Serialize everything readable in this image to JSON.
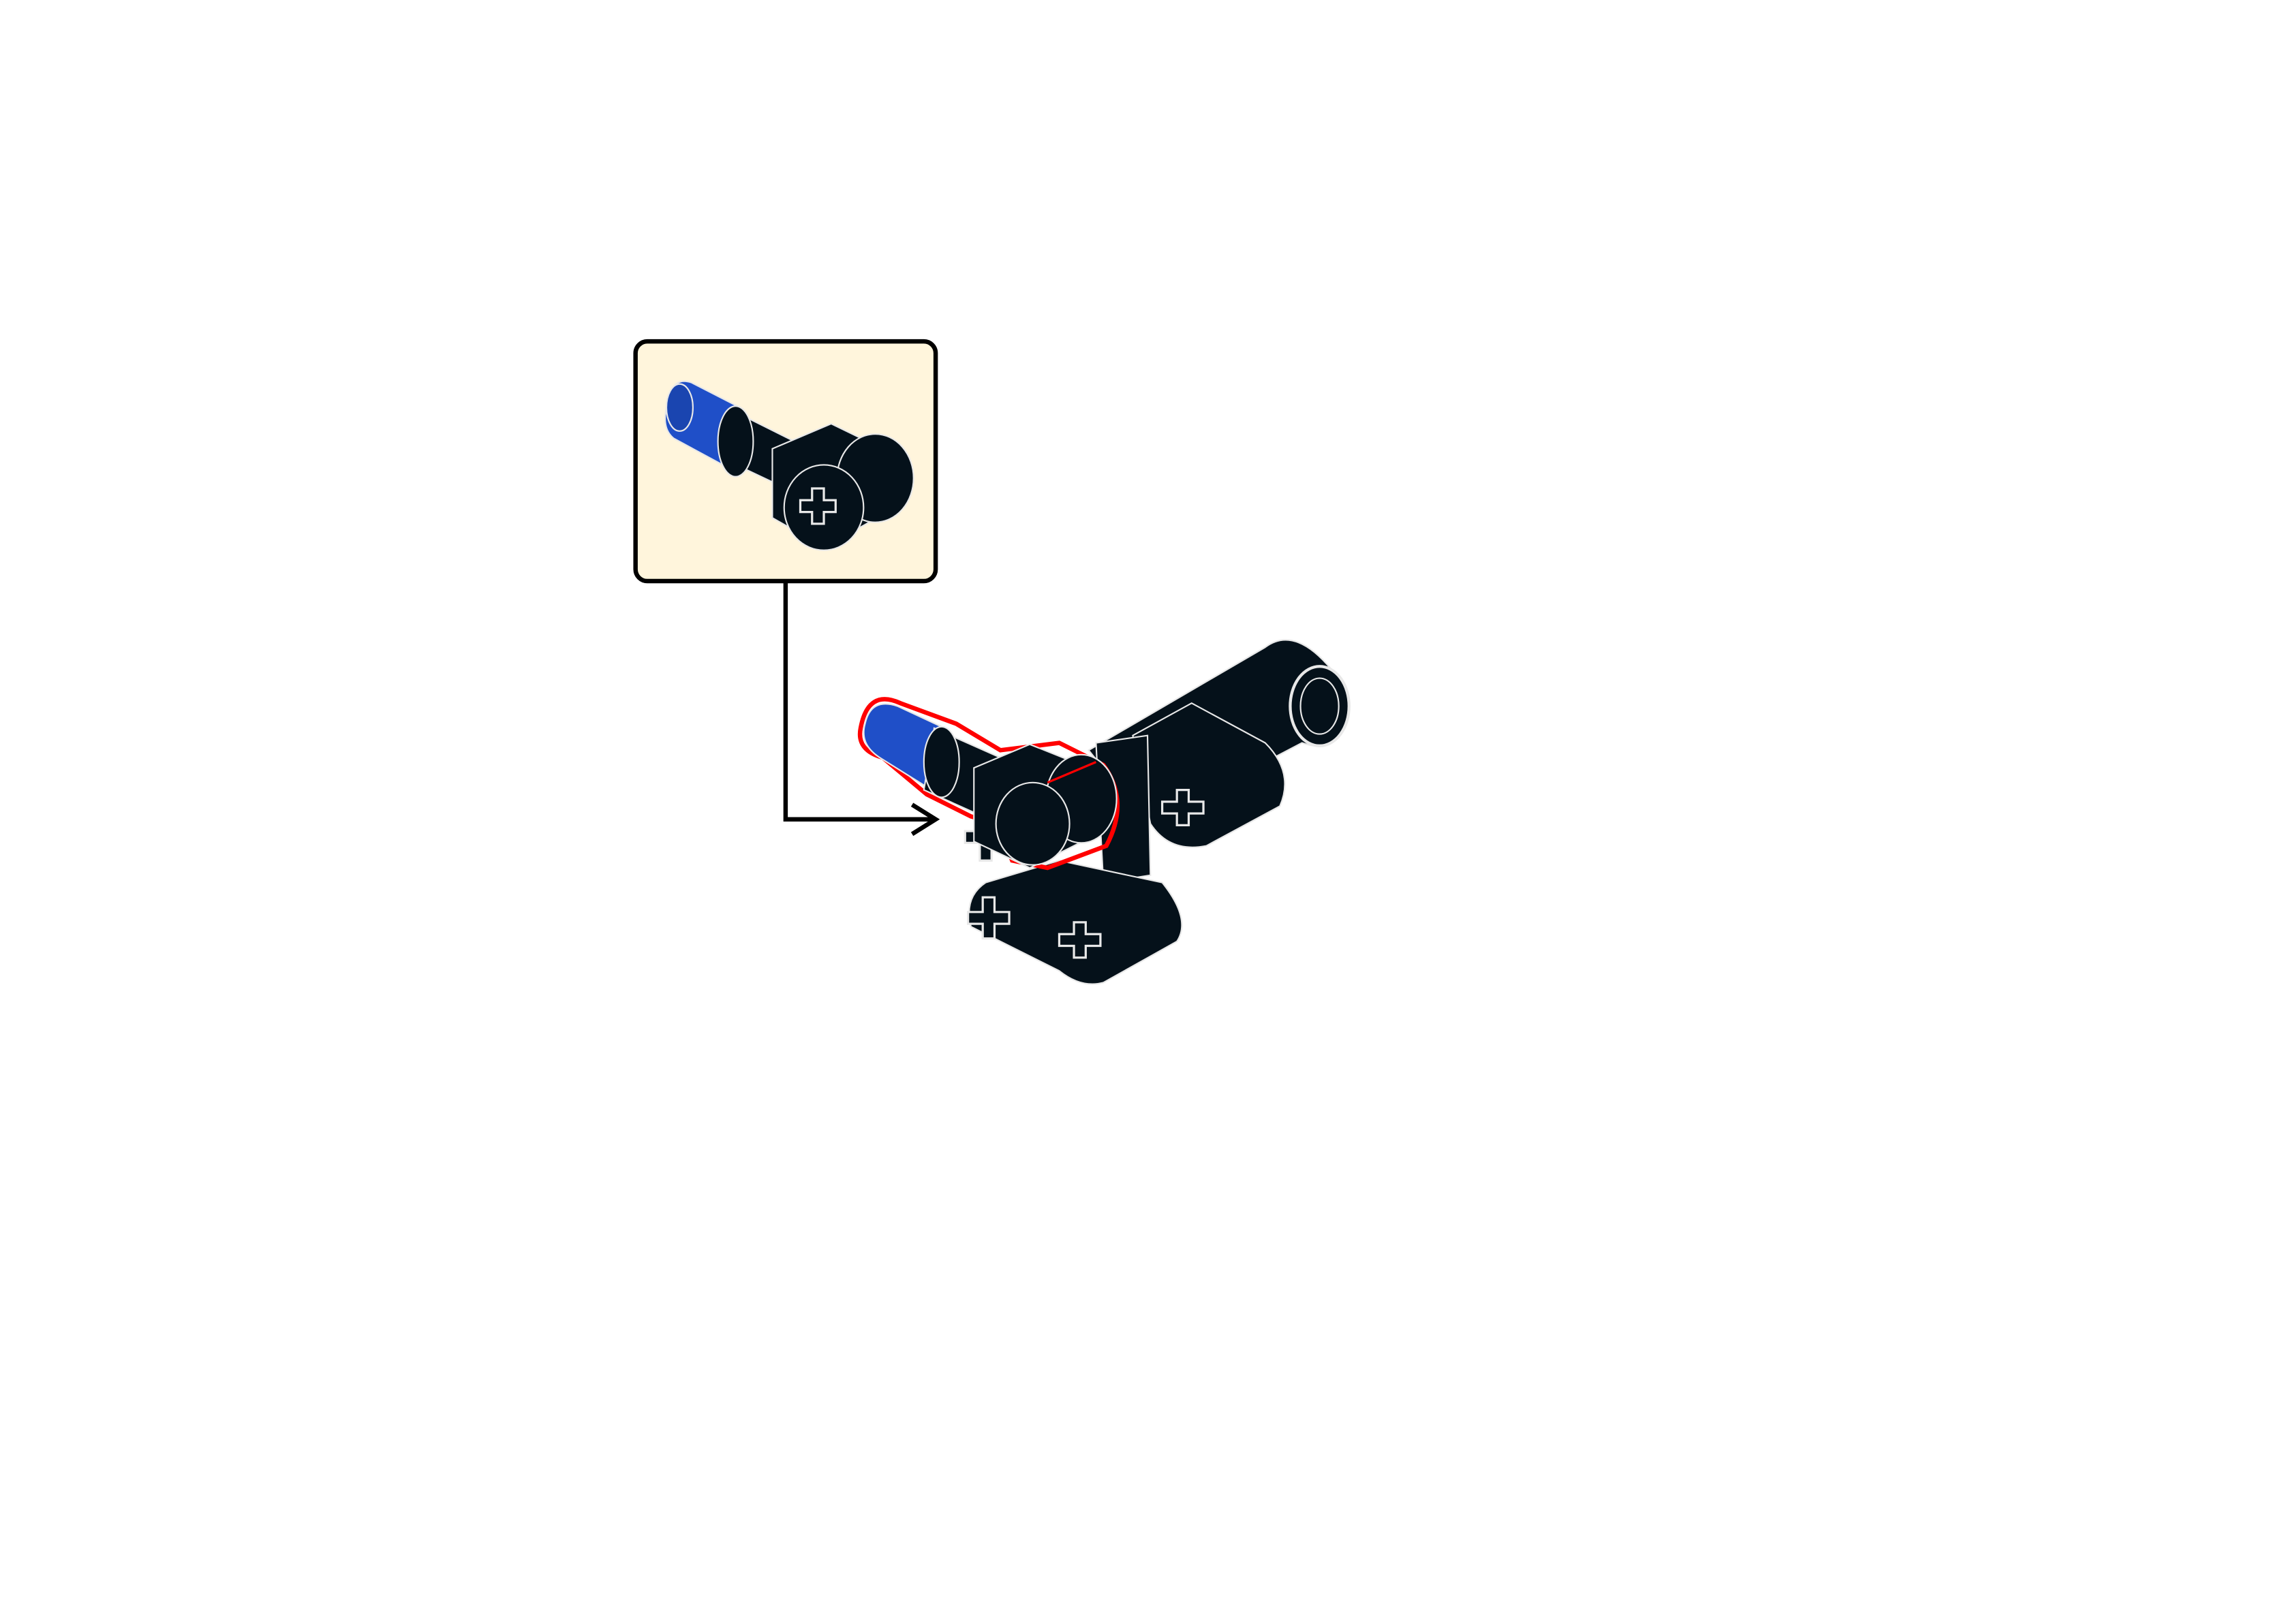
{
  "diagram": {
    "kind": "building-instruction-step",
    "colors": {
      "background": "#ffffff",
      "callout_fill": "#fff5dc",
      "callout_border": "#000000",
      "part_black": "#05111a",
      "part_blue": "#1f4fc8",
      "edge_lines": "#e8e8e8",
      "new_part_highlight": "#ff0000",
      "arrow": "#000000"
    },
    "callout": {
      "content": "pin-with-bush-part"
    },
    "arrow": {
      "direction": "right"
    },
    "model": {
      "highlighted_part": "pin-with-bush-part"
    }
  }
}
